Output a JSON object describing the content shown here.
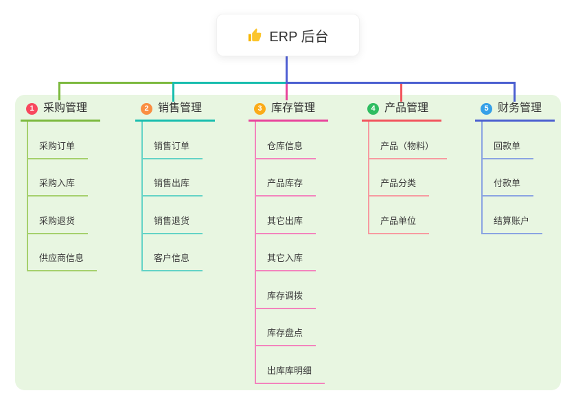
{
  "root": {
    "label": "ERP 后台",
    "icon": "thumbs-up-icon"
  },
  "branches": [
    {
      "badge": "1",
      "label": "采购管理",
      "colors": {
        "badge": "#f8485e",
        "line": "#7cb93e",
        "child_line": "#a5d06c"
      },
      "children": [
        "采购订单",
        "采购入库",
        "采购退货",
        "供应商信息"
      ]
    },
    {
      "badge": "2",
      "label": "销售管理",
      "colors": {
        "badge": "#fa8e42",
        "line": "#17bdae",
        "child_line": "#63d3c6"
      },
      "children": [
        "销售订单",
        "销售出库",
        "销售退货",
        "客户信息"
      ]
    },
    {
      "badge": "3",
      "label": "库存管理",
      "colors": {
        "badge": "#fbab18",
        "line": "#e8439b",
        "child_line": "#f383bd"
      },
      "children": [
        "仓库信息",
        "产品库存",
        "其它出库",
        "其它入库",
        "库存调拨",
        "库存盘点",
        "出库库明细"
      ]
    },
    {
      "badge": "4",
      "label": "产品管理",
      "colors": {
        "badge": "#2fbd61",
        "line": "#f2535c",
        "child_line": "#f79aa0"
      },
      "children": [
        "产品（物料）",
        "产品分类",
        "产品单位"
      ]
    },
    {
      "badge": "5",
      "label": "财务管理",
      "colors": {
        "badge": "#35a0e8",
        "line": "#4a5ed0",
        "child_line": "#8aa3e2"
      },
      "children": [
        "回款单",
        "付款单",
        "结算账户"
      ]
    }
  ],
  "connectors": {
    "root_drop": "#4f5fd4",
    "branch1": "#7cb93e",
    "branch2": "#17bdae",
    "branch3": "#e8439b",
    "branch4": "#f2535c",
    "branch5": "#4a5ed0"
  },
  "canvas": {
    "background": "#ffffff",
    "panel_background": "#e8f6e1",
    "icon_color": "#f7b500"
  }
}
